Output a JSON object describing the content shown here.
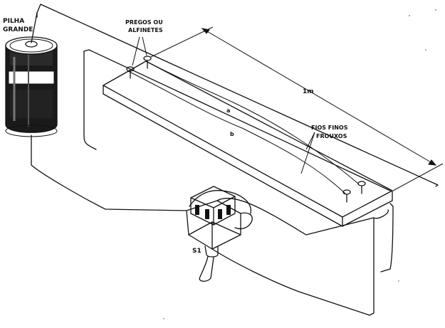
{
  "labels": {
    "battery": [
      "PILHA",
      "GRANDE"
    ],
    "nails": [
      "PREGOS OU",
      "ALFINETES"
    ],
    "distance": "1m",
    "wire_a": "a",
    "wire_b": "b",
    "wires": [
      "FIOS  FINOS",
      "FROUXOS"
    ],
    "switch": "S1"
  }
}
